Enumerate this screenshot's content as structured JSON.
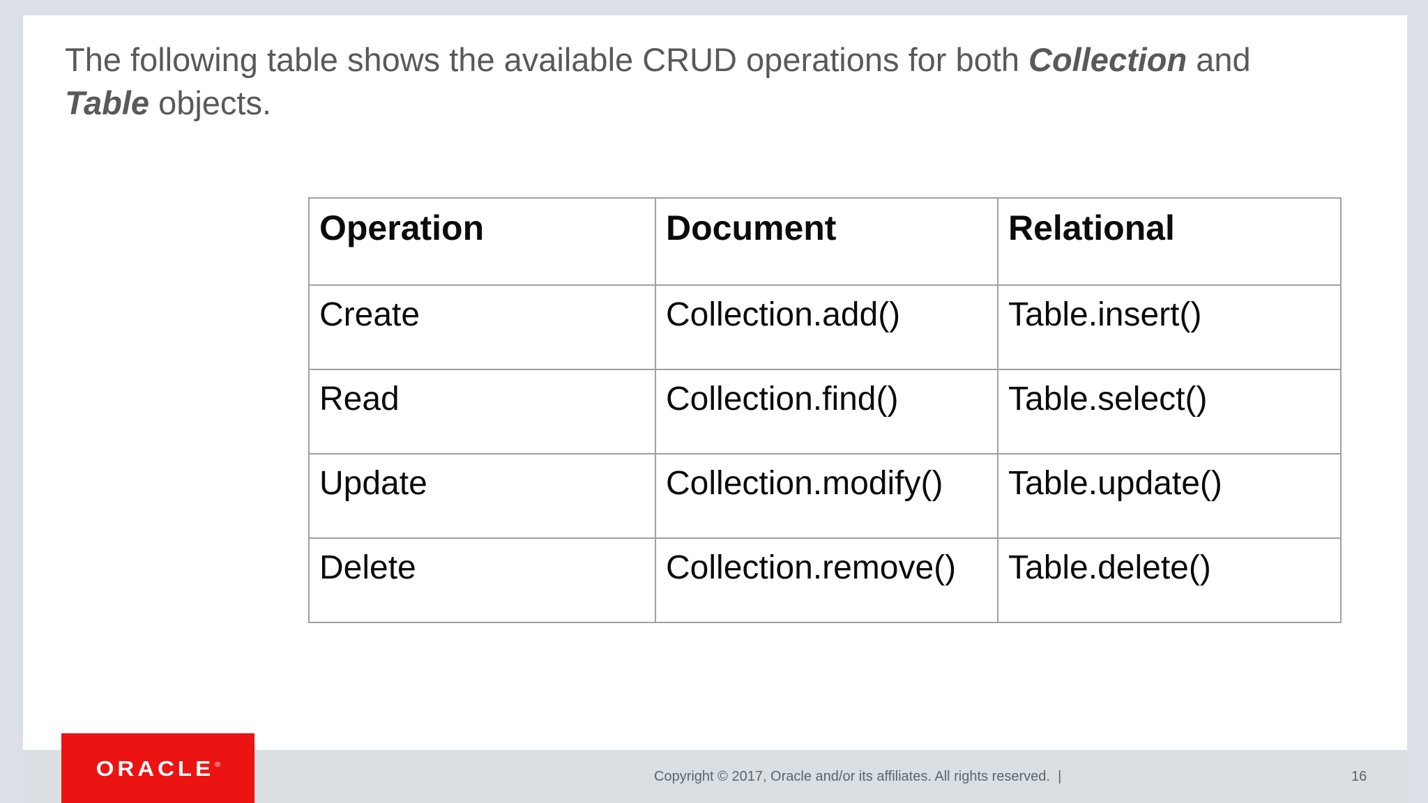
{
  "slide": {
    "title": {
      "part1": "The following table shows the available CRUD operations for both ",
      "em1": "Collection",
      "part2": " and",
      "em2": "Table",
      "part3": " objects."
    },
    "table": {
      "headers": [
        "Operation",
        "Document",
        "Relational"
      ],
      "rows": [
        [
          "Create",
          "Collection.add()",
          "Table.insert()"
        ],
        [
          "Read",
          "Collection.find()",
          "Table.select()"
        ],
        [
          "Update",
          "Collection.modify()",
          "Table.update()"
        ],
        [
          "Delete",
          "Collection.remove()",
          "Table.delete()"
        ]
      ]
    },
    "footer": {
      "logo_text": "ORACLE",
      "logo_registered_mark": "®",
      "copyright": "Copyright © 2017, Oracle and/or its affiliates. All rights reserved.  |",
      "page_number": "16"
    },
    "colors": {
      "oracle_red": "#ec1313",
      "outer_margin_bg": "#dbdfe8",
      "footer_band_bg": "#d9dfe2",
      "title_text": "#595959",
      "table_border": "#a0a0a0",
      "footer_text": "#5a6570"
    }
  }
}
